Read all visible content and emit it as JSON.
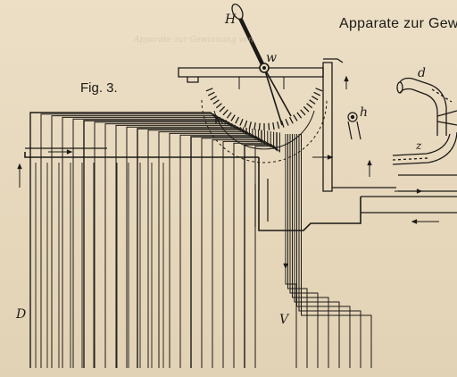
{
  "heading": "Apparate zur Gew",
  "figure_label": "Fig. 3.",
  "letters": {
    "H": "H",
    "w": "w",
    "h": "h",
    "d": "d",
    "z": "z",
    "D": "D",
    "V": "V"
  },
  "bleed_text": "Apparate zur Gewinnung von",
  "colors": {
    "paper": "#e9dcc2",
    "ink": "#1c1a16"
  }
}
